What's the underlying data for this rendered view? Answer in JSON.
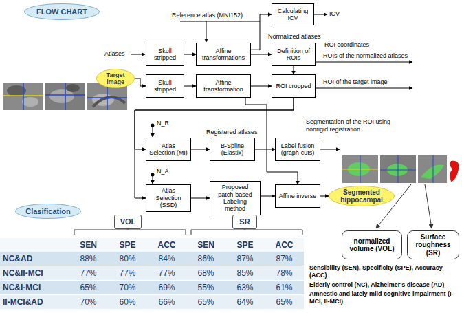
{
  "diagram": {
    "nodes": [
      {
        "text": [
          "FLOW CHART"
        ]
      },
      {
        "text": [
          "Calculating ICV"
        ]
      },
      {
        "text": [
          "Skull stripped"
        ]
      },
      {
        "text": [
          "Affine transformations"
        ]
      },
      {
        "text": [
          "Definition of ROIs"
        ]
      },
      {
        "text": [
          "Target image"
        ]
      },
      {
        "text": [
          "Skull stripped"
        ]
      },
      {
        "text": [
          "Affine transformation"
        ]
      },
      {
        "text": [
          "ROI cropped"
        ]
      },
      {
        "text": [
          "Atlas Selection (MI)"
        ]
      },
      {
        "text": [
          "B-Spline (Elastix)"
        ]
      },
      {
        "text": [
          "Label fusion (graph-cuts)"
        ]
      },
      {
        "text": [
          "Atlas Selection (SSD)"
        ]
      },
      {
        "text": [
          "Proposed patch-based Labeling method"
        ]
      },
      {
        "text": [
          "Affine inverse"
        ]
      },
      {
        "text": [
          "Segmented hippocampal"
        ]
      },
      {
        "text": [
          "Clasification"
        ]
      },
      {
        "text": [
          "VOL"
        ]
      },
      {
        "text": [
          "SR"
        ]
      },
      {
        "text": [
          "normalized volume (VOL)"
        ]
      },
      {
        "text": [
          "Surface roughness (SR)"
        ]
      }
    ],
    "edges": [
      {
        "from": 5,
        "to": 6,
        "arrow": "to"
      },
      {
        "from": 2,
        "to": 3,
        "arrow": "to"
      },
      {
        "from": 6,
        "to": 7,
        "arrow": "to"
      },
      {
        "from": 3,
        "to": 1,
        "arrow": "to"
      },
      {
        "from": 3,
        "to": 4,
        "arrow": "to"
      },
      {
        "from": 7,
        "to": 8,
        "arrow": "to"
      },
      {
        "from": 4,
        "to": 8,
        "arrow": "to"
      },
      {
        "from": 8,
        "to": 9,
        "arrow": "to"
      },
      {
        "from": 8,
        "to": 12,
        "arrow": "to"
      },
      {
        "from": 9,
        "to": 10,
        "arrow": "to"
      },
      {
        "from": 10,
        "to": 11,
        "arrow": "to"
      },
      {
        "from": 12,
        "to": 13,
        "arrow": "to"
      },
      {
        "from": 13,
        "to": 14,
        "arrow": "to"
      },
      {
        "from": 14,
        "to": 15,
        "arrow": "to"
      },
      {
        "from": 7,
        "to": 14,
        "arrow": "to"
      }
    ],
    "labels": [
      "Reference atlas (MNI152)",
      "ICV",
      "Atlases",
      "Normalized atlases",
      "ROI coordinates",
      "ROIs of the normalized atlases",
      "ROI of the target image",
      "N_R",
      "Registered atlases",
      "Segmentation of the ROI using nonrigid registration",
      "N_A",
      "SEN",
      "SPE",
      "ACC",
      "SEN",
      "SPE",
      "ACC",
      "NC&AD",
      "88%",
      "80%",
      "84%",
      "86%",
      "87%",
      "87%",
      "NC&II-MCI",
      "77%",
      "77%",
      "77%",
      "68%",
      "85%",
      "78%",
      "NC&I-MCI",
      "65%",
      "70%",
      "69%",
      "55%",
      "63%",
      "61%",
      "II-MCI&AD",
      "70%",
      "60%",
      "66%",
      "65%",
      "64%",
      "65%",
      "Sensibility (SEN), Specificity (SPE), Accuracy (ACC)",
      "Elderly control (NC), Alzheimer's disease (AD)",
      "Amnestic and lately mild cognitive impairment (I-MCI, II-MCI)"
    ]
  }
}
